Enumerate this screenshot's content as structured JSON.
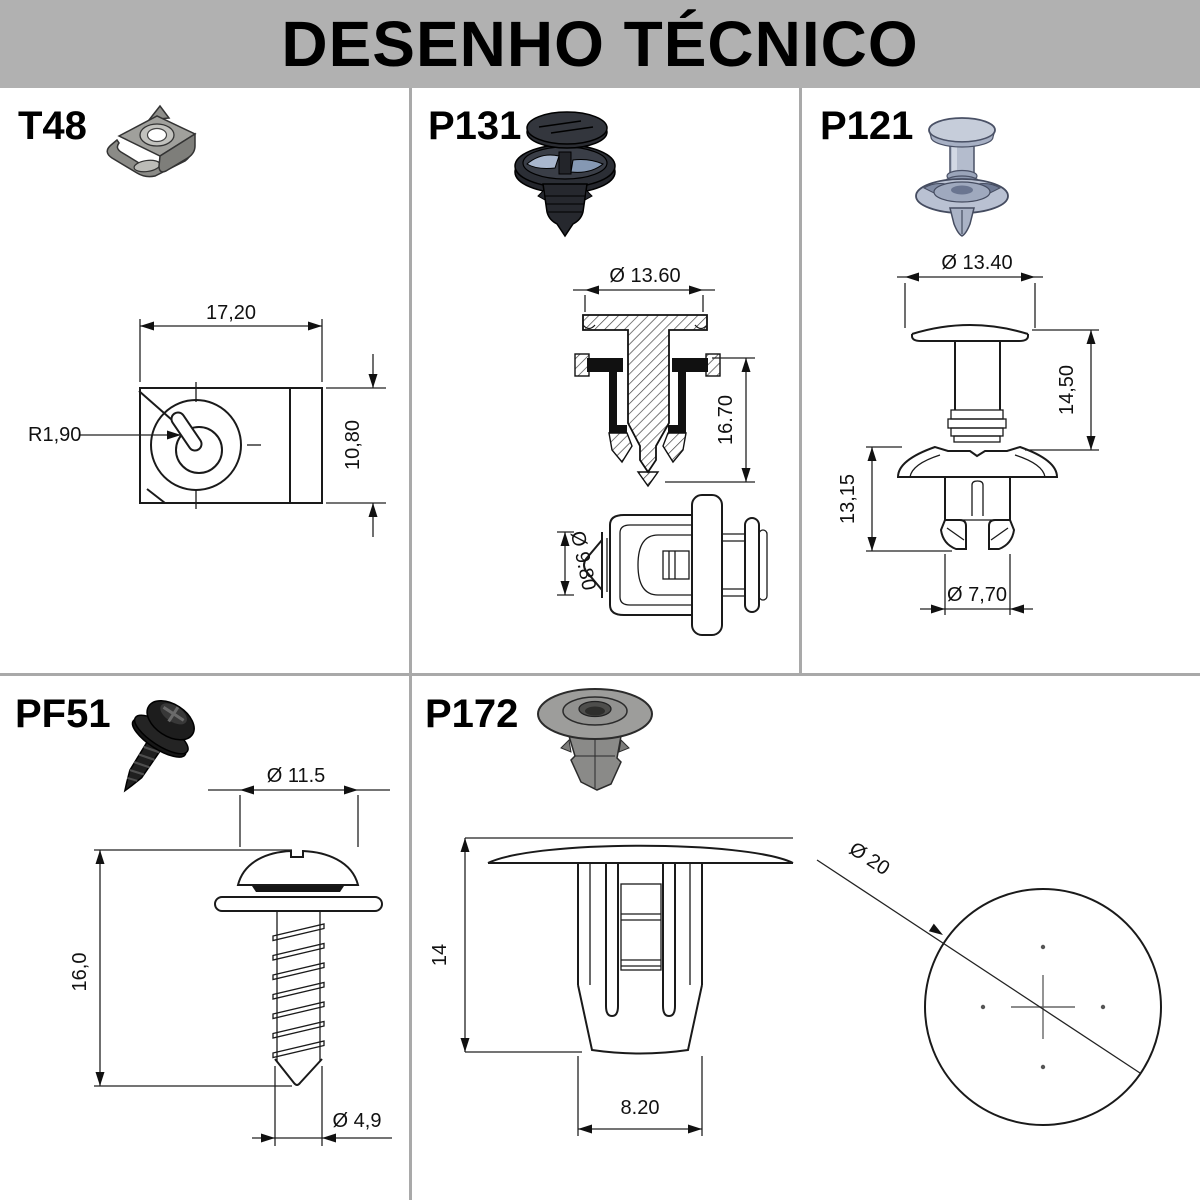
{
  "header": {
    "title": "DESENHO TÉCNICO"
  },
  "colors": {
    "header_bg": "#b1b1b1",
    "divider": "#a9a9a9",
    "line": "#1a1a1a",
    "background": "#ffffff"
  },
  "panels": {
    "t48": {
      "label": "T48",
      "dim_width": "17,20",
      "dim_height": "10,80",
      "dim_radius": "R1,90"
    },
    "p131": {
      "label": "P131",
      "dim_head_diameter": "Ø 13.60",
      "dim_length": "16.70",
      "dim_body_diameter": "Ø 9.80"
    },
    "p121": {
      "label": "P121",
      "dim_head_diameter": "Ø 13.40",
      "dim_upper_height": "14,50",
      "dim_lower_height": "13,15",
      "dim_leg_diameter": "Ø 7,70"
    },
    "pf51": {
      "label": "PF51",
      "dim_head_diameter": "Ø 11.5",
      "dim_length": "16,0",
      "dim_thread_diameter": "Ø 4,9"
    },
    "p172": {
      "label": "P172",
      "dim_height": "14",
      "dim_body_width": "8.20",
      "dim_flange_diameter": "Ø 20"
    }
  }
}
